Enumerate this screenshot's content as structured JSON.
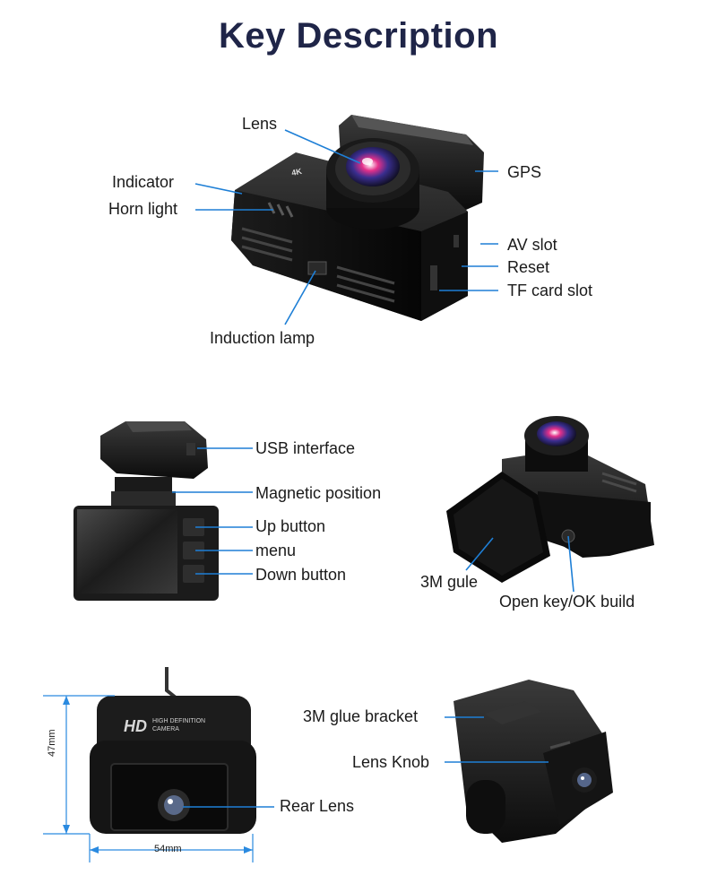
{
  "title": "Key Description",
  "section1": {
    "labels": {
      "lens": "Lens",
      "gps": "GPS",
      "indicator": "Indicator",
      "horn_light": "Horn light",
      "av_slot": "AV slot",
      "reset": "Reset",
      "tf_card_slot": "TF card slot",
      "induction_lamp": "Induction lamp"
    },
    "badge": "4K"
  },
  "section2": {
    "labels": {
      "usb_interface": "USB interface",
      "magnetic_position": "Magnetic position",
      "up_button": "Up button",
      "menu": "menu",
      "down_button": "Down button",
      "glue": "3M gule",
      "open_key": "Open key/OK build"
    }
  },
  "section3": {
    "rear_cam_brand": "HD",
    "rear_cam_text1": "HIGH DEFINITION",
    "rear_cam_text2": "CAMERA",
    "height_dim": "47mm",
    "width_dim": "54mm",
    "labels": {
      "rear_lens": "Rear Lens",
      "glue_bracket": "3M glue bracket",
      "lens_knob": "Lens Knob"
    }
  },
  "colors": {
    "title": "#1f2548",
    "callout_line": "#1e7fd6",
    "device": "#141414"
  }
}
